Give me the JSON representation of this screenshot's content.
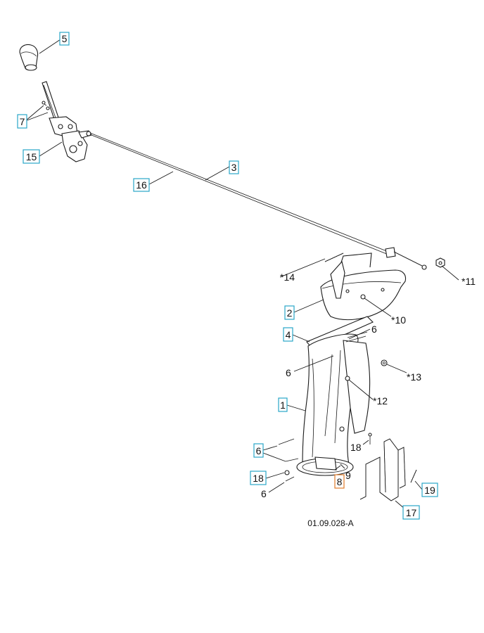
{
  "diagram": {
    "drawing_code": "01.09.028-A",
    "colors": {
      "callout_border": "#2aa6c8",
      "highlight_border": "#e07b2a",
      "line": "#1a1a1a"
    },
    "boxed_callouts": [
      {
        "id": "c5",
        "label": "5"
      },
      {
        "id": "c7",
        "label": "7"
      },
      {
        "id": "c15",
        "label": "15"
      },
      {
        "id": "c16",
        "label": "16"
      },
      {
        "id": "c3",
        "label": "3"
      },
      {
        "id": "c2",
        "label": "2"
      },
      {
        "id": "c4",
        "label": "4"
      },
      {
        "id": "c1",
        "label": "1"
      },
      {
        "id": "c6a",
        "label": "6"
      },
      {
        "id": "c18a",
        "label": "18"
      },
      {
        "id": "c8",
        "label": "8",
        "highlighted": true
      },
      {
        "id": "c17",
        "label": "17"
      },
      {
        "id": "c19",
        "label": "19"
      }
    ],
    "plain_labels": [
      {
        "id": "p14",
        "label": "*14"
      },
      {
        "id": "p11",
        "label": "*11"
      },
      {
        "id": "p10",
        "label": "*10"
      },
      {
        "id": "p6b",
        "label": "6"
      },
      {
        "id": "p6c",
        "label": "6"
      },
      {
        "id": "p13",
        "label": "*13"
      },
      {
        "id": "p12",
        "label": "*12"
      },
      {
        "id": "p18b",
        "label": "18"
      },
      {
        "id": "p9",
        "label": "9"
      },
      {
        "id": "p6d",
        "label": "6"
      }
    ]
  }
}
